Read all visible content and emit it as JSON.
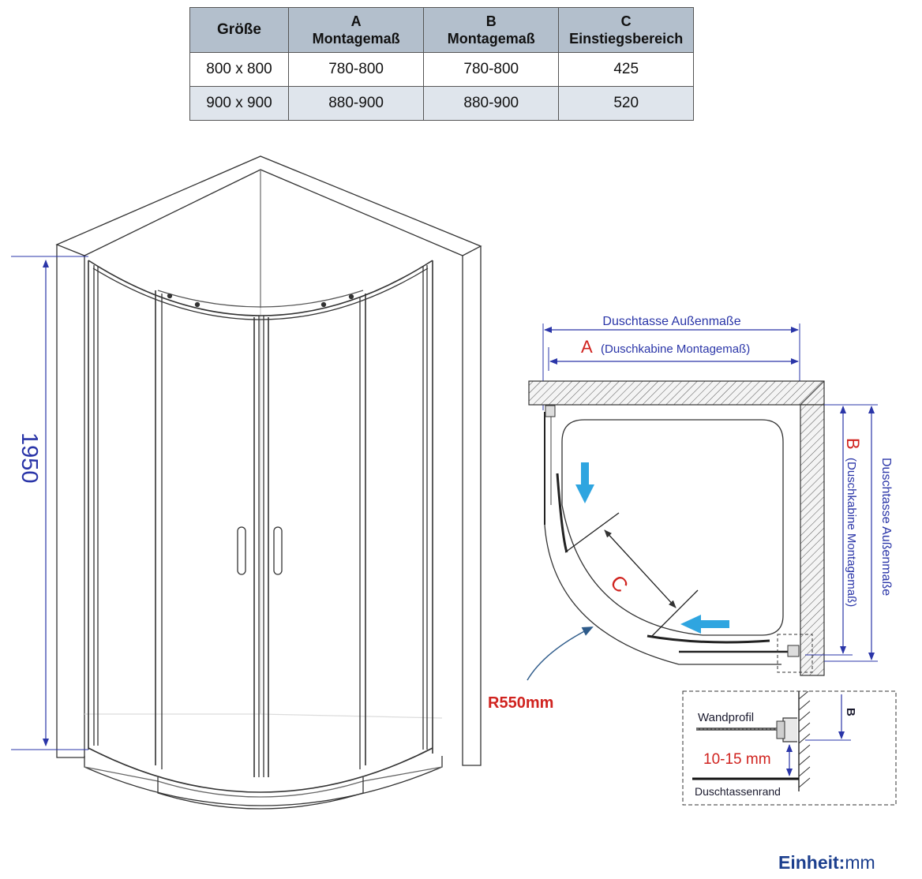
{
  "table": {
    "headers": [
      {
        "letter": "",
        "label": "Größe"
      },
      {
        "letter": "A",
        "label": "Montagemaß"
      },
      {
        "letter": "B",
        "label": "Montagemaß"
      },
      {
        "letter": "C",
        "label": "Einstiegsbereich"
      }
    ],
    "rows": [
      [
        "800 x 800",
        "780-800",
        "780-800",
        "425"
      ],
      [
        "900 x 900",
        "880-900",
        "880-900",
        "520"
      ]
    ]
  },
  "elevation": {
    "height_label": "1950"
  },
  "plan": {
    "top_outer_label": "Duschtasse Außenmaße",
    "top_a_letter": "A",
    "top_a_text": "(Duschkabine Montagemaß)",
    "side_b_letter": "B",
    "side_b_text": "(Duschkabine Montagemaß)",
    "side_outer_label": "Duschtasse Außenmaße",
    "c_letter": "C",
    "radius_label": "R550mm"
  },
  "detail": {
    "wandprofil": "Wandprofil",
    "gap": "10-15 mm",
    "tray_edge": "Duschtassenrand",
    "b_letter": "B"
  },
  "footer": {
    "unit_label": "Einheit:",
    "unit_value": "mm"
  },
  "colors": {
    "dimension": "#2a35a8",
    "accent_red": "#d0231f",
    "arrow": "#2fa5e0",
    "table_header": "#b3bfcc"
  }
}
